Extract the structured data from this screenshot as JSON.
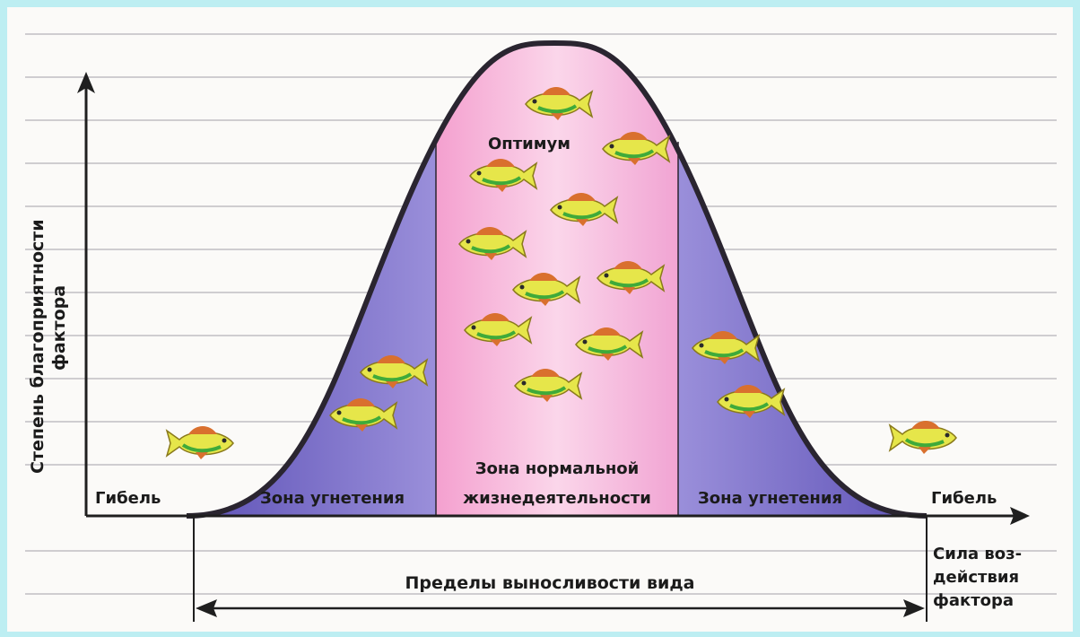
{
  "diagram": {
    "y_axis_label_line1": "Степень благоприятности",
    "y_axis_label_line2": "фактора",
    "optimum_label": "Оптимум",
    "death_left": "Гибель",
    "death_right": "Гибель",
    "oppression_left": "Зона угнетения",
    "oppression_right": "Зона угнетения",
    "normal_zone_line1": "Зона нормальной",
    "normal_zone_line2": "жизнедеятельности",
    "endurance_limits": "Пределы выносливости вида",
    "factor_line1": "Сила воз-",
    "factor_line2": "действия",
    "factor_line3": "фактора"
  },
  "colors": {
    "page_border": "#bdeef2",
    "oppression_zone": "#7a72c8",
    "normal_zone": "#f0a2d2",
    "curve": "#2a2530",
    "fish_body": "#e8e84a",
    "fish_fin": "#d6722e"
  }
}
